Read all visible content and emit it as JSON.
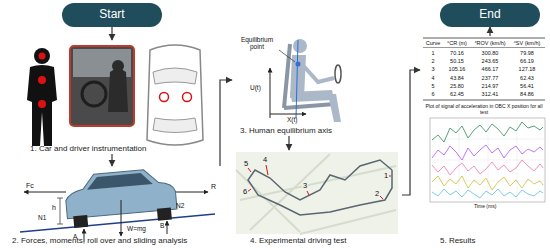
{
  "diagram": {
    "nodes": [
      {
        "text": [
          "Start"
        ]
      },
      {
        "text": [
          "1. Car and driver instrumentation"
        ]
      },
      {
        "text": [
          "2. Forces, moments, roll over and sliding analysis"
        ]
      },
      {
        "text": [
          "3. Human equilibrium axis"
        ]
      },
      {
        "text": [
          "4. Experimental driving test"
        ]
      },
      {
        "text": [
          "5. Results"
        ]
      },
      {
        "text": [
          "End"
        ]
      }
    ],
    "edges": [
      {
        "from": 0,
        "to": 1,
        "arrow": "to"
      },
      {
        "from": 1,
        "to": 2,
        "arrow": "to"
      },
      {
        "from": 2,
        "to": 3,
        "arrow": "to"
      },
      {
        "from": 3,
        "to": 4,
        "arrow": "to"
      },
      {
        "from": 4,
        "to": 5,
        "arrow": "to"
      },
      {
        "from": 5,
        "to": 6,
        "arrow": "to"
      }
    ],
    "labels": [
      "Fc",
      "R",
      "h",
      "A",
      "B",
      "N1",
      "N2",
      "W=mg",
      "Equilibrium point",
      "U(t)",
      "X(t)",
      "1",
      "2",
      "3",
      "4",
      "5",
      "6",
      "Curve",
      "°CR (m)",
      "°ROV (km/h)",
      "°SV (km/h)",
      "1",
      "70.16",
      "300.80",
      "79.98",
      "2",
      "50.15",
      "243.65",
      "66.19",
      "3",
      "105.16",
      "466.17",
      "127.18",
      "4",
      "43.84",
      "237.77",
      "62.43",
      "5",
      "25.80",
      "214.97",
      "56.41",
      "6",
      "62.45",
      "312.41",
      "84.86",
      "Plot of signal of acceleration in OBC X position for all test",
      "Time (ms)"
    ]
  }
}
